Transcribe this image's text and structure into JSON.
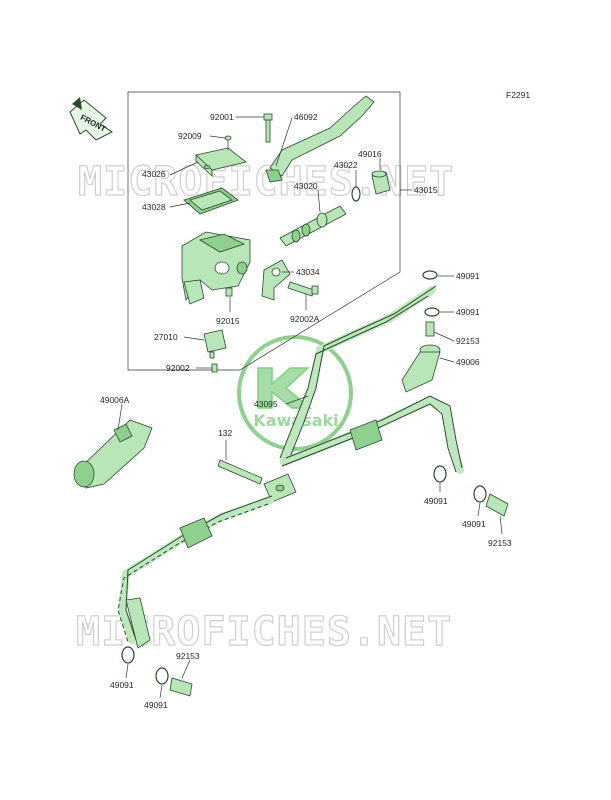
{
  "figure_code": "F2291",
  "front_marker": "FRONT",
  "watermark_text": "MICROFICHES.NET",
  "logo_text": "Kawasaki",
  "colors": {
    "part_fill": "#b9e6b9",
    "line": "#2d3a2d",
    "logo": "#7fcf7f",
    "watermark": "#cfcfcf"
  },
  "labels": {
    "p92001": "92001",
    "p46092": "46092",
    "p92009": "92009",
    "p49016": "49016",
    "p43022": "43022",
    "p43026": "43026",
    "p43015": "43015",
    "p43020": "43020",
    "p43028": "43028",
    "p43034": "43034",
    "p49091_a": "49091",
    "p49091_b": "49091",
    "p92015": "92015",
    "p92002A": "92002A",
    "p92153_a": "92153",
    "p27010": "27010",
    "p49006": "49006",
    "p92002": "92002",
    "p49006A": "49006A",
    "p43095": "43095",
    "p132": "132",
    "p49091_c": "49091",
    "p49091_d": "49091",
    "p92153_b": "92153",
    "p92153_c": "92153",
    "p49091_e": "49091",
    "p49091_f": "49091"
  }
}
